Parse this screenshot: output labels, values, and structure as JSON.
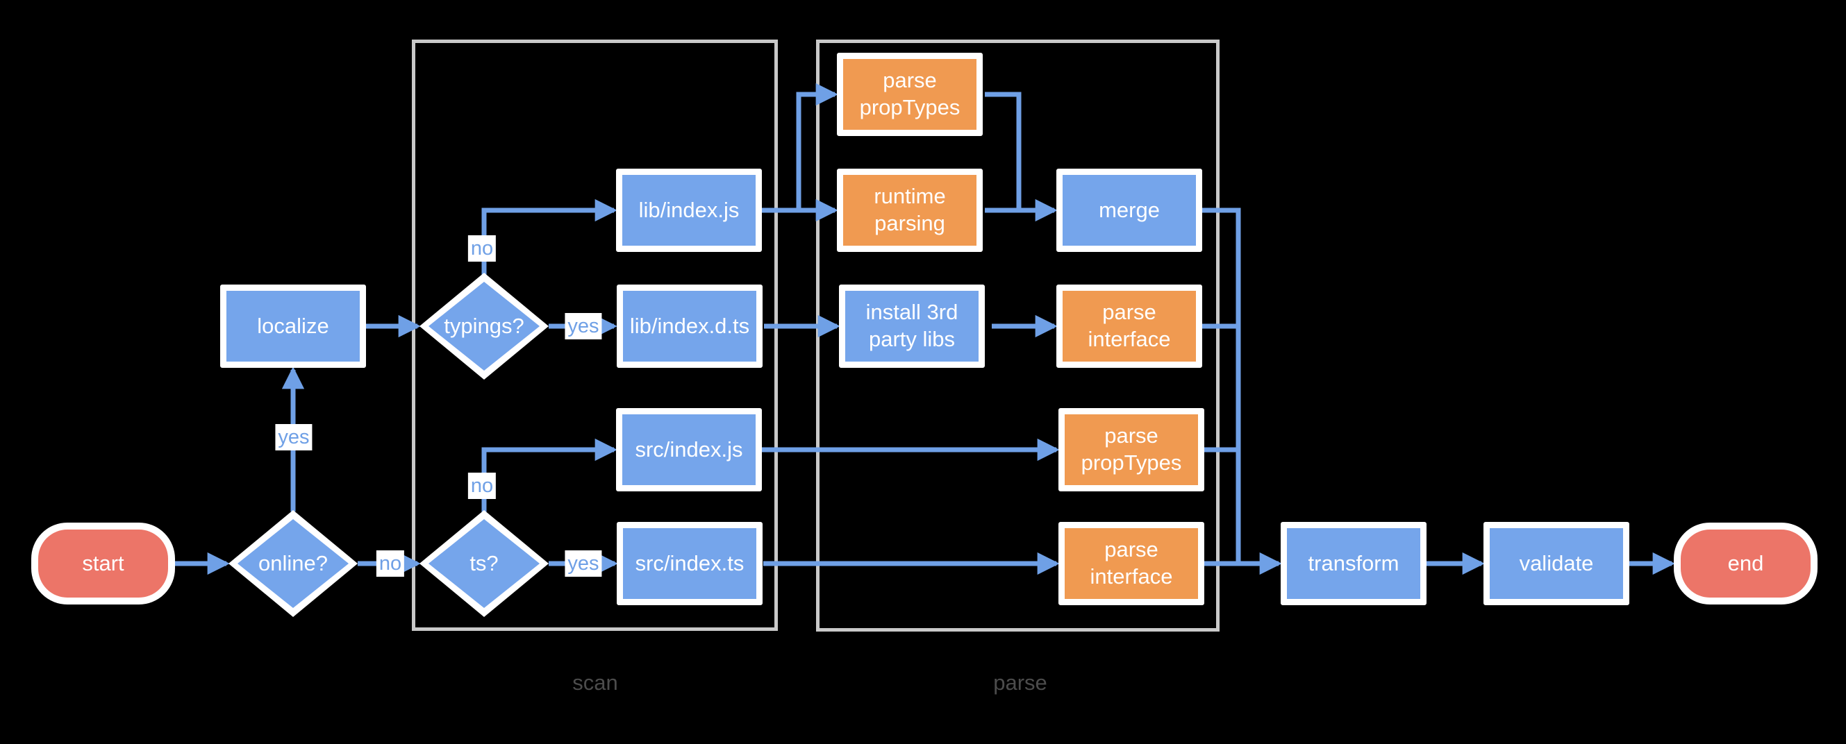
{
  "diagram": {
    "type": "flowchart",
    "direction": "left-to-right",
    "background": "#000000"
  },
  "colors": {
    "process_blue": "#75A5EB",
    "process_orange": "#F09A51",
    "terminal_red": "#EC7568",
    "edge_blue": "#6FA0E6",
    "node_border_white": "#FFFFFF",
    "subgraph_border_gray": "#C9C9C9",
    "caption_gray": "#4C4C4C"
  },
  "nodes": [
    {
      "id": "start",
      "label": "start",
      "shape": "stadium",
      "color": "red"
    },
    {
      "id": "online",
      "label": "online?",
      "shape": "diamond",
      "color": "blue"
    },
    {
      "id": "localize",
      "label": "localize",
      "shape": "rect",
      "color": "blue"
    },
    {
      "id": "typings",
      "label": "typings?",
      "shape": "diamond",
      "color": "blue"
    },
    {
      "id": "ts",
      "label": "ts?",
      "shape": "diamond",
      "color": "blue"
    },
    {
      "id": "lib-index-js",
      "label": "lib/index.js",
      "shape": "rect",
      "color": "blue"
    },
    {
      "id": "lib-index-d-ts",
      "label": "lib/index.d.ts",
      "shape": "rect",
      "color": "blue"
    },
    {
      "id": "src-index-js",
      "label": "src/index.js",
      "shape": "rect",
      "color": "blue"
    },
    {
      "id": "src-index-ts",
      "label": "src/index.ts",
      "shape": "rect",
      "color": "blue"
    },
    {
      "id": "parse-proptypes-1",
      "label": "parse\npropTypes",
      "shape": "rect",
      "color": "orange"
    },
    {
      "id": "runtime-parsing",
      "label": "runtime\nparsing",
      "shape": "rect",
      "color": "orange"
    },
    {
      "id": "install-3rd-party-libs",
      "label": "install 3rd\nparty libs",
      "shape": "rect",
      "color": "blue"
    },
    {
      "id": "merge",
      "label": "merge",
      "shape": "rect",
      "color": "blue"
    },
    {
      "id": "parse-interface-1",
      "label": "parse\ninterface",
      "shape": "rect",
      "color": "orange"
    },
    {
      "id": "parse-proptypes-2",
      "label": "parse\npropTypes",
      "shape": "rect",
      "color": "orange"
    },
    {
      "id": "parse-interface-2",
      "label": "parse\ninterface",
      "shape": "rect",
      "color": "orange"
    },
    {
      "id": "transform",
      "label": "transform",
      "shape": "rect",
      "color": "blue"
    },
    {
      "id": "validate",
      "label": "validate",
      "shape": "rect",
      "color": "blue"
    },
    {
      "id": "end",
      "label": "end",
      "shape": "stadium",
      "color": "red"
    }
  ],
  "edges": [
    {
      "from": "start",
      "to": "online",
      "label": "",
      "arrow": true
    },
    {
      "from": "online",
      "to": "localize",
      "label": "yes",
      "arrow": true
    },
    {
      "from": "localize",
      "to": "typings",
      "label": "",
      "arrow": true
    },
    {
      "from": "typings",
      "to": "lib-index-js",
      "label": "no",
      "arrow": true
    },
    {
      "from": "typings",
      "to": "lib-index-d-ts",
      "label": "yes",
      "arrow": true
    },
    {
      "from": "online",
      "to": "ts",
      "label": "no",
      "arrow": true
    },
    {
      "from": "ts",
      "to": "src-index-js",
      "label": "no",
      "arrow": true
    },
    {
      "from": "ts",
      "to": "src-index-ts",
      "label": "yes",
      "arrow": true
    },
    {
      "from": "lib-index-js",
      "to": "runtime-parsing",
      "label": "",
      "arrow": true
    },
    {
      "from": "lib-index-js",
      "to": "parse-proptypes-1",
      "label": "",
      "arrow": true
    },
    {
      "from": "parse-proptypes-1",
      "to": "merge",
      "label": "",
      "arrow": false
    },
    {
      "from": "runtime-parsing",
      "to": "merge",
      "label": "",
      "arrow": true
    },
    {
      "from": "lib-index-d-ts",
      "to": "install-3rd-party-libs",
      "label": "",
      "arrow": true
    },
    {
      "from": "install-3rd-party-libs",
      "to": "parse-interface-1",
      "label": "",
      "arrow": true
    },
    {
      "from": "src-index-js",
      "to": "parse-proptypes-2",
      "label": "",
      "arrow": true
    },
    {
      "from": "src-index-ts",
      "to": "parse-interface-2",
      "label": "",
      "arrow": true
    },
    {
      "from": "merge",
      "to": "transform",
      "label": "",
      "arrow": false
    },
    {
      "from": "parse-interface-1",
      "to": "transform",
      "label": "",
      "arrow": false
    },
    {
      "from": "parse-proptypes-2",
      "to": "transform",
      "label": "",
      "arrow": false
    },
    {
      "from": "parse-interface-2",
      "to": "transform",
      "label": "",
      "arrow": true
    },
    {
      "from": "transform",
      "to": "validate",
      "label": "",
      "arrow": true
    },
    {
      "from": "validate",
      "to": "end",
      "label": "",
      "arrow": true
    }
  ],
  "subgraphs": [
    {
      "id": "scan",
      "label": "scan"
    },
    {
      "id": "parse",
      "label": "parse"
    }
  ]
}
